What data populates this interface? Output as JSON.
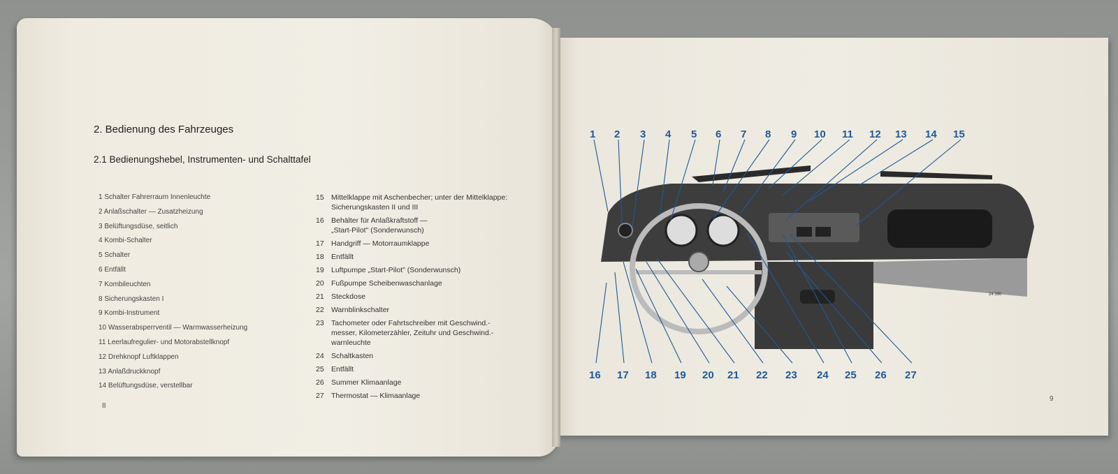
{
  "left_page": {
    "heading": "2. Bedienung des Fahrzeuges",
    "subheading": "2.1 Bedienungshebel, Instrumenten- und Schalttafel",
    "page_number": "8",
    "items_left": [
      "1 Schalter Fahrerraum Innenleuchte",
      "2 Anlaßschalter — Zusatzheizung",
      "3 Belüftungsdüse, seitlich",
      "4 Kombi-Schalter",
      "5 Schalter",
      "6 Entfällt",
      "7 Kombileuchten",
      "8 Sicherungskasten I",
      "9 Kombi-Instrument",
      "10 Wasserabsperrventil — Warmwasserheizung",
      "11 Leerlaufregulier- und Motorabstellknopf",
      "12 Drehknopf Luftklappen",
      "13 Anlaßdruckknopf",
      "14 Belüftungsdüse, verstellbar"
    ],
    "items_right": [
      {
        "num": "15",
        "line1": "Mittelklappe mit Aschenbecher; unter der Mittelklappe:",
        "line2": "Sicherungskasten II und III"
      },
      {
        "num": "16",
        "line1": "Behälter für Anlaßkraftstoff —",
        "line2": "„Start-Pilot\" (Sonderwunsch)"
      },
      {
        "num": "17",
        "line1": "Handgriff — Motorraumklappe",
        "line2": ""
      },
      {
        "num": "18",
        "line1": "Entfällt",
        "line2": ""
      },
      {
        "num": "19",
        "line1": "Luftpumpe „Start-Pilot\" (Sonderwunsch)",
        "line2": ""
      },
      {
        "num": "20",
        "line1": "Fußpumpe Scheibenwaschanlage",
        "line2": ""
      },
      {
        "num": "21",
        "line1": "Steckdose",
        "line2": ""
      },
      {
        "num": "22",
        "line1": "Warnblinkschalter",
        "line2": ""
      },
      {
        "num": "23",
        "line1": "Tachometer oder Fahrtschreiber mit Geschwind.-",
        "line2": "messer, Kilometerzähler, Zeituhr und Geschwind.-",
        "line3": "warnleuchte"
      },
      {
        "num": "24",
        "line1": "Schaltkasten",
        "line2": ""
      },
      {
        "num": "25",
        "line1": "Entfällt",
        "line2": ""
      },
      {
        "num": "26",
        "line1": "Summer Klimaanlage",
        "line2": ""
      },
      {
        "num": "27",
        "line1": "Thermostat — Klimaanlage",
        "line2": ""
      }
    ]
  },
  "right_page": {
    "page_number": "9",
    "figure_code": "24 390",
    "callouts_top": [
      "1",
      "2",
      "3",
      "4",
      "5",
      "6",
      "7",
      "8",
      "9",
      "10",
      "11",
      "12",
      "13",
      "14",
      "15"
    ],
    "callouts_bottom": [
      "16",
      "17",
      "18",
      "19",
      "20",
      "21",
      "22",
      "23",
      "24",
      "25",
      "26",
      "27"
    ]
  },
  "colors": {
    "callout_blue": "#1d5a9a",
    "paper": "#efece3",
    "background": "#9a9c9a"
  }
}
